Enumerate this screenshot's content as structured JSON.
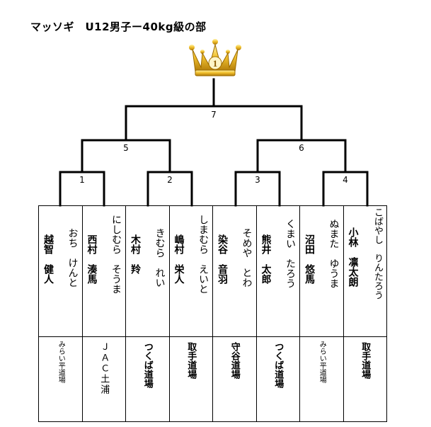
{
  "title": "マッソギ　U12男子ー40kg級の部",
  "crown_number": "1",
  "matches": [
    {
      "label": "7"
    },
    {
      "label": "5"
    },
    {
      "label": "6"
    },
    {
      "label": "1"
    },
    {
      "label": "2"
    },
    {
      "label": "3"
    },
    {
      "label": "4"
    }
  ],
  "players": [
    {
      "name": "越智　健人",
      "kana": "おち　けんと",
      "dojo": "みらい平道場"
    },
    {
      "name": "西村　湊馬",
      "kana": "にしむら　そうま",
      "dojo": "ＪＡＣ土浦"
    },
    {
      "name": "木村　羚",
      "kana": "きむら　れい",
      "dojo": "つくば道場"
    },
    {
      "name": "嶋村　栄人",
      "kana": "しまむら　えいと",
      "dojo": "取手道場"
    },
    {
      "name": "染谷　音羽",
      "kana": "そめや　とわ",
      "dojo": "守谷道場"
    },
    {
      "name": "熊井　太郎",
      "kana": "くまい　たろう",
      "dojo": "つくば道場"
    },
    {
      "name": "沼田　悠馬",
      "kana": "ぬまた　ゆうま",
      "dojo": "みらい平道場"
    },
    {
      "name": "小林　凛太朗",
      "kana": "こばやし　りんたろう",
      "dojo": "取手道場"
    }
  ]
}
